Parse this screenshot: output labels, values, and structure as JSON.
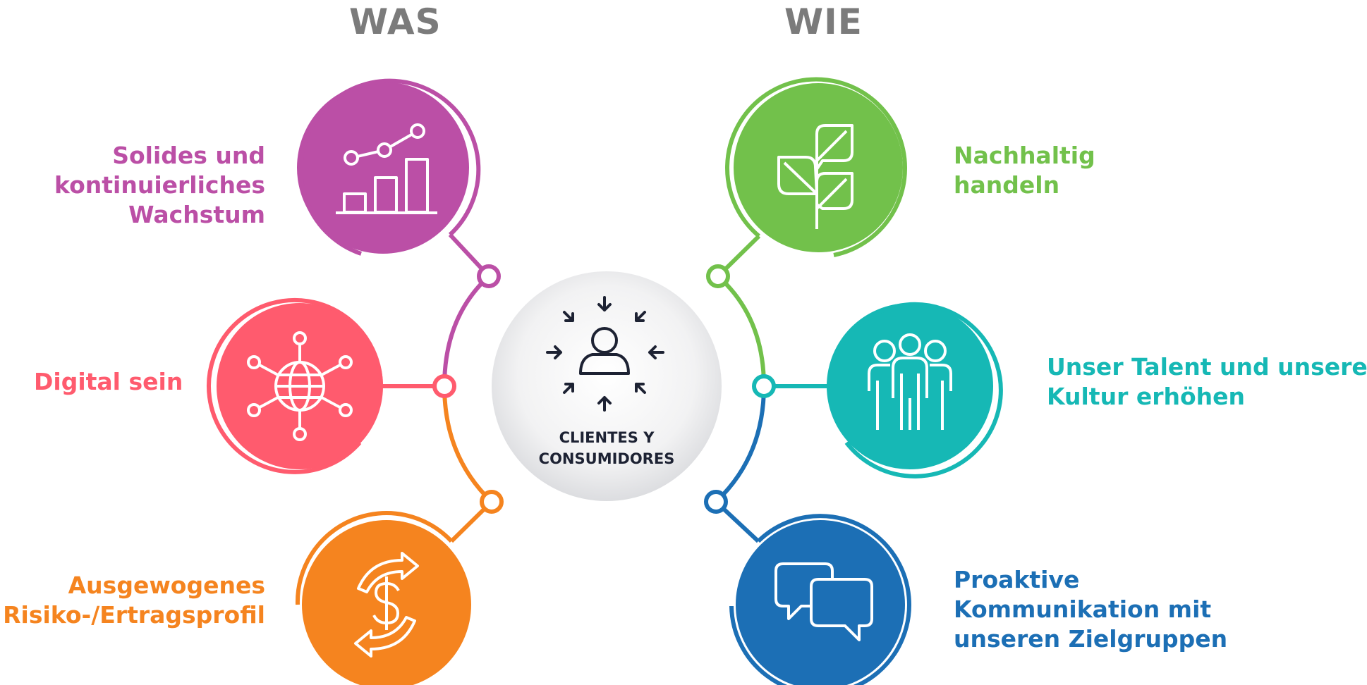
{
  "headings": {
    "left": "WAS",
    "right": "WIE"
  },
  "center": {
    "line1": "CLIENTES Y",
    "line2": "CONSUMIDORES",
    "icon": "person-focus-icon"
  },
  "items": [
    {
      "key": "growth",
      "color": "#bb4fa6",
      "icon": "growth-chart-icon",
      "lines": [
        "Solides und",
        "kontinuierliches",
        "Wachstum"
      ]
    },
    {
      "key": "digital",
      "color": "#ff5b6e",
      "icon": "globe-network-icon",
      "lines": [
        "Digital sein"
      ]
    },
    {
      "key": "risk",
      "color": "#f5841f",
      "icon": "dollar-cycle-icon",
      "lines": [
        "Ausgewogenes",
        "Risiko-/Ertragsprofil"
      ]
    },
    {
      "key": "sustain",
      "color": "#72c14b",
      "icon": "leaf-plant-icon",
      "lines": [
        "Nachhaltig",
        "handeln"
      ]
    },
    {
      "key": "talent",
      "color": "#16b8b5",
      "icon": "people-group-icon",
      "lines": [
        "Unser Talent und unsere",
        "Kultur erhöhen"
      ]
    },
    {
      "key": "communication",
      "color": "#1c6fb5",
      "icon": "chat-bubbles-icon",
      "lines": [
        "Proaktive",
        "Kommunikation mit",
        "unseren Zielgruppen"
      ]
    }
  ]
}
